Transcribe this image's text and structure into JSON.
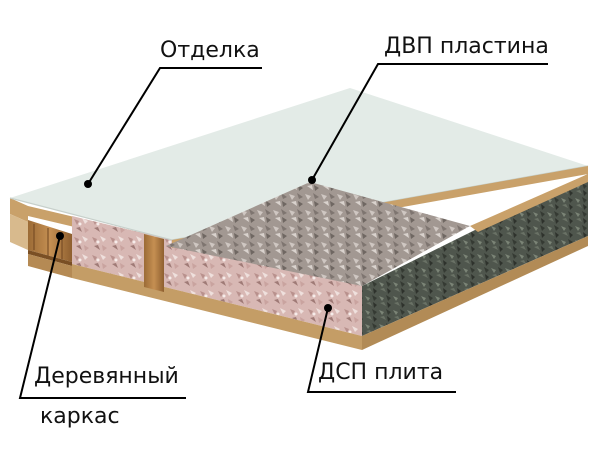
{
  "labels": {
    "finish": "Отделка",
    "fiberboard": "ДВП пластина",
    "frame_line1": "Деревянный",
    "frame_line2": "каркас",
    "particleboard": "ДСП плита"
  },
  "colors": {
    "finish_top": "#e3ebe7",
    "fiberboard_edge": "#c9a16a",
    "wood_frame": "#b07a3f",
    "particle_core": "#a99f9a",
    "particle_side": "#d7b7b3",
    "dark_side": "#4a5248",
    "leader_line": "#000000"
  }
}
